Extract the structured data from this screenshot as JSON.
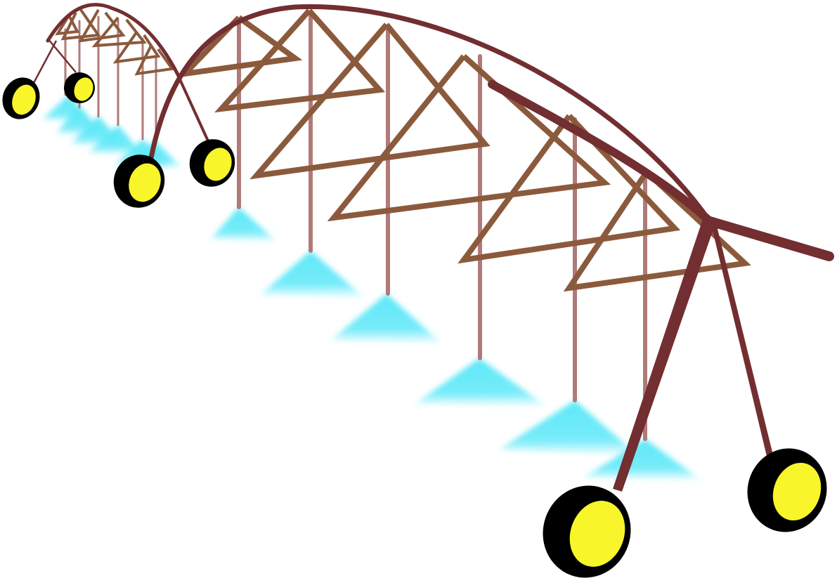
{
  "illustration": {
    "subject": "Center-pivot irrigation system",
    "colors": {
      "background": "#ffffff",
      "main_pipe": "#722e30",
      "truss": "#8b5a3c",
      "drop_pipe": "#b07a78",
      "water": "#5ee8f8",
      "tire": "#000000",
      "hub": "#f8f52a"
    },
    "components": [
      "far-span",
      "near-span",
      "tower-legs",
      "wheels",
      "drop-pipes",
      "water-sprays"
    ]
  }
}
